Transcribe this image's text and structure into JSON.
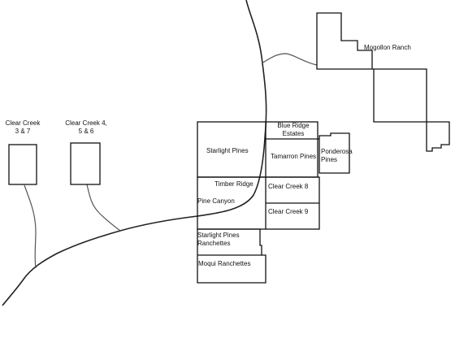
{
  "map": {
    "areas": {
      "clear_creek_3_7": [
        "Clear Creek",
        "3 & 7"
      ],
      "clear_creek_4_5_6": [
        "Clear Creek 4,",
        "5 & 6"
      ],
      "mogollon_ranch": "Mogollon Ranch",
      "blue_ridge_estates": [
        "Blue Ridge",
        "Estates"
      ],
      "starlight_pines": "Starlight Pines",
      "tamarron_pines": "Tamarron Pines",
      "ponderosa_pines": [
        "Ponderosa",
        "Pines"
      ],
      "timber_ridge": "Timber Ridge",
      "pine_canyon": "Pine Canyon",
      "clear_creek_8": "Clear Creek 8",
      "clear_creek_9": "Clear Creek 9",
      "starlight_pines_ranchettes": [
        "Starlight Pines",
        "Ranchettes"
      ],
      "moqui_ranchettes": "Moqui Ranchettes"
    },
    "colors": {
      "ink": "#111111",
      "road": "#555555",
      "background": "#ffffff"
    }
  }
}
